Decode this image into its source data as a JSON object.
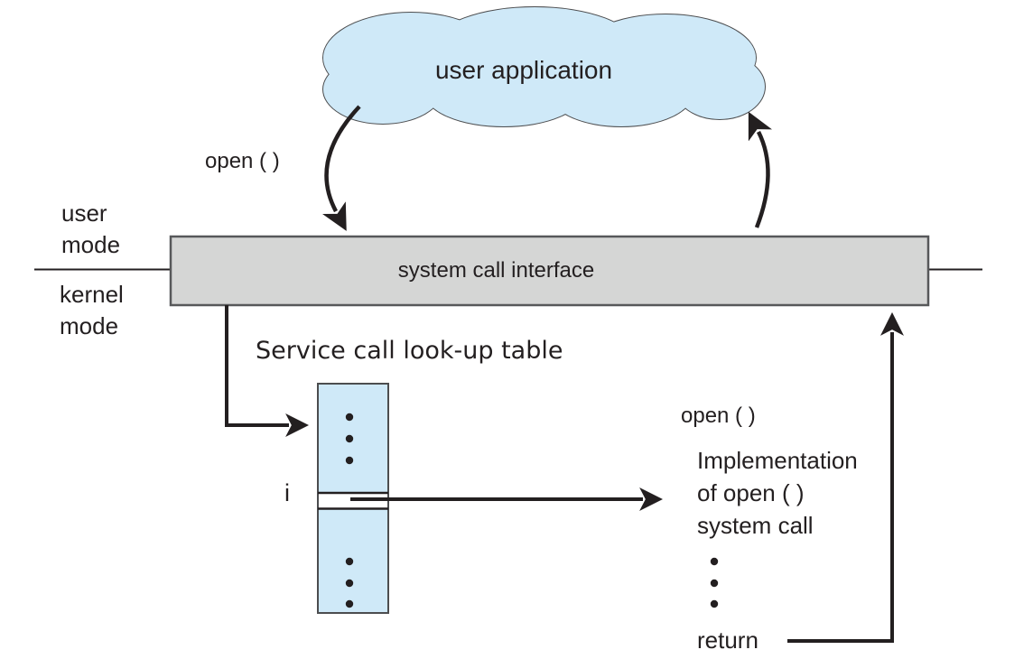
{
  "diagram": {
    "cloud": {
      "title": "user application"
    },
    "labels": {
      "open_call": "open ( )",
      "user_mode": [
        "user",
        "mode"
      ],
      "kernel_mode": [
        "kernel",
        "mode"
      ],
      "system_call_interface": "system call interface",
      "lookup_table_title": "Service call look-up table",
      "index": "i",
      "impl_header": "open ( )",
      "implementation_lines": [
        "Implementation",
        "of open ( )",
        "system call"
      ],
      "return": "return"
    },
    "colors": {
      "cloud_fill": "#cfe9f8",
      "table_fill": "#cfe9f8",
      "bar_fill": "#d5d6d5",
      "line_black": "#231f20"
    }
  }
}
